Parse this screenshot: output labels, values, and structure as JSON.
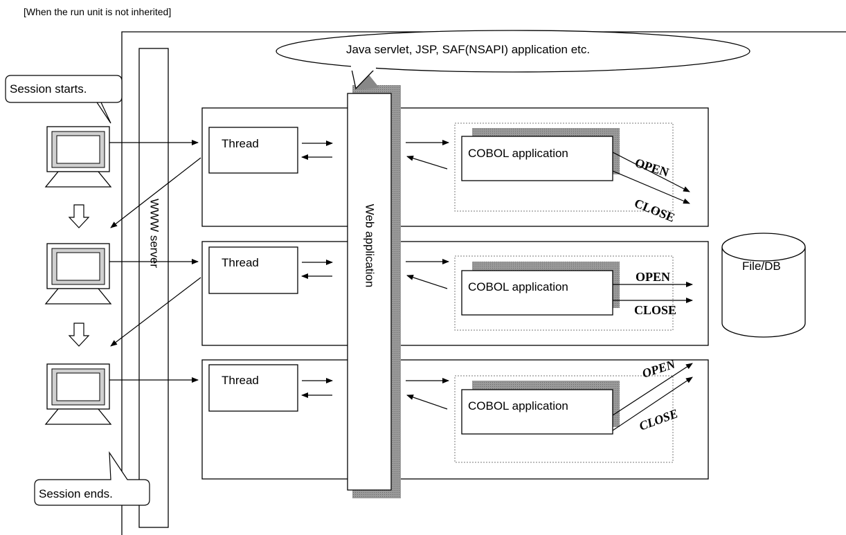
{
  "caption": "[When the run unit is not inherited]",
  "callouts": {
    "servlet": "Java servlet, JSP, SAF(NSAPI) application etc.",
    "session_start": "Session starts.",
    "session_end": "Session ends."
  },
  "labels": {
    "www_server": "WWW server",
    "web_application": "Web application",
    "file_db": "File/DB"
  },
  "rows": [
    {
      "thread": "Thread",
      "cobol": "COBOL application",
      "open": "OPEN",
      "close": "CLOSE"
    },
    {
      "thread": "Thread",
      "cobol": "COBOL application",
      "open": "OPEN",
      "close": "CLOSE"
    },
    {
      "thread": "Thread",
      "cobol": "COBOL application",
      "open": "OPEN",
      "close": "CLOSE"
    }
  ]
}
